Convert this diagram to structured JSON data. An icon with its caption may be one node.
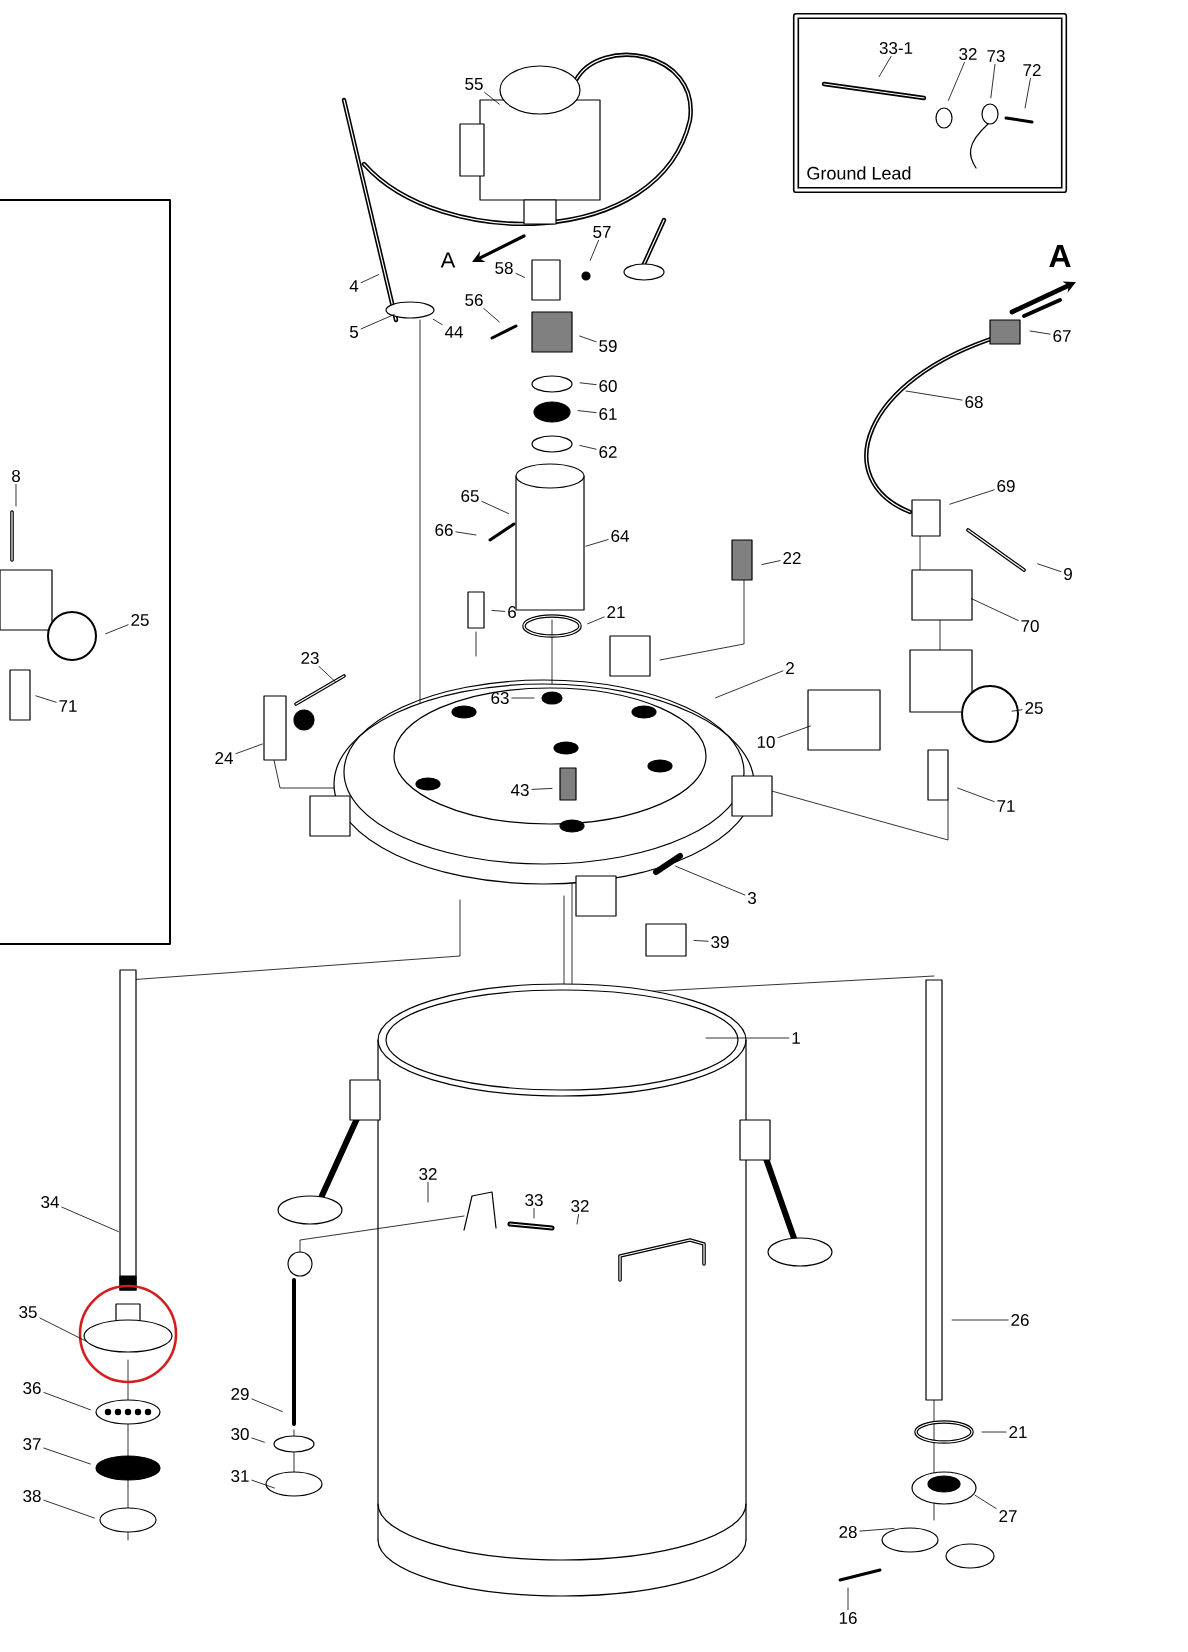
{
  "diagram": {
    "nodes": [
      {
        "text": [],
        "shape": "box"
      },
      {
        "text": [
          "8"
        ],
        "in": 0
      },
      {
        "text": [
          "25"
        ],
        "in": 0
      },
      {
        "text": [
          "71"
        ],
        "in": 0
      },
      {
        "text": [
          "Ground Lead"
        ]
      },
      {
        "text": [
          "33-1"
        ],
        "in": 4
      },
      {
        "text": [
          "32"
        ],
        "in": 4
      },
      {
        "text": [
          "73"
        ],
        "in": 4
      },
      {
        "text": [
          "72"
        ],
        "in": 4
      },
      {
        "text": [
          "55"
        ]
      },
      {
        "text": [
          "4"
        ]
      },
      {
        "text": [
          "5"
        ]
      },
      {
        "text": [
          "44"
        ]
      },
      {
        "text": [
          "58"
        ]
      },
      {
        "text": [
          "57"
        ]
      },
      {
        "text": [
          "56"
        ]
      },
      {
        "text": [
          "59"
        ]
      },
      {
        "text": [
          "60"
        ]
      },
      {
        "text": [
          "61"
        ]
      },
      {
        "text": [
          "62"
        ]
      },
      {
        "text": [
          "65"
        ]
      },
      {
        "text": [
          "66"
        ]
      },
      {
        "text": [
          "64"
        ]
      },
      {
        "text": [
          "6"
        ]
      },
      {
        "text": [
          "21"
        ]
      },
      {
        "text": [
          "22"
        ]
      },
      {
        "text": [
          "2"
        ]
      },
      {
        "text": [
          "63"
        ]
      },
      {
        "text": [
          "23"
        ]
      },
      {
        "text": [
          "24"
        ]
      },
      {
        "text": [
          "43"
        ]
      },
      {
        "text": [
          "3"
        ]
      },
      {
        "text": [
          "39"
        ]
      },
      {
        "text": [
          "67"
        ]
      },
      {
        "text": [
          "68"
        ]
      },
      {
        "text": [
          "69"
        ]
      },
      {
        "text": [
          "9"
        ]
      },
      {
        "text": [
          "70"
        ]
      },
      {
        "text": [
          "10"
        ]
      },
      {
        "text": [
          "25"
        ]
      },
      {
        "text": [
          "71"
        ]
      },
      {
        "text": [
          "1"
        ]
      },
      {
        "text": [
          "34"
        ]
      },
      {
        "text": [
          "35"
        ]
      },
      {
        "text": [
          "36"
        ]
      },
      {
        "text": [
          "37"
        ]
      },
      {
        "text": [
          "38"
        ]
      },
      {
        "text": [
          "32"
        ]
      },
      {
        "text": [
          "33"
        ]
      },
      {
        "text": [
          "32"
        ]
      },
      {
        "text": [
          "29"
        ]
      },
      {
        "text": [
          "30"
        ]
      },
      {
        "text": [
          "31"
        ]
      },
      {
        "text": [
          "26"
        ]
      },
      {
        "text": [
          "21"
        ]
      },
      {
        "text": [
          "27"
        ]
      },
      {
        "text": [
          "28"
        ]
      },
      {
        "text": [
          "16"
        ]
      }
    ],
    "edges": [
      {
        "from": 1,
        "to": null,
        "arrow": "none"
      },
      {
        "from": 2,
        "to": null,
        "arrow": "none"
      },
      {
        "from": 3,
        "to": null,
        "arrow": "none"
      },
      {
        "from": 5,
        "to": null,
        "arrow": "none"
      },
      {
        "from": 6,
        "to": null,
        "arrow": "none"
      },
      {
        "from": 7,
        "to": null,
        "arrow": "none"
      },
      {
        "from": 8,
        "to": null,
        "arrow": "none"
      },
      {
        "from": 9,
        "to": null,
        "arrow": "none"
      },
      {
        "from": 10,
        "to": null,
        "arrow": "none"
      },
      {
        "from": 11,
        "to": null,
        "arrow": "none"
      },
      {
        "from": 12,
        "to": null,
        "arrow": "none"
      },
      {
        "from": 13,
        "to": null,
        "arrow": "none"
      },
      {
        "from": 14,
        "to": null,
        "arrow": "none"
      },
      {
        "from": 15,
        "to": null,
        "arrow": "none"
      },
      {
        "from": 16,
        "to": null,
        "arrow": "none"
      },
      {
        "from": 17,
        "to": null,
        "arrow": "none"
      },
      {
        "from": 18,
        "to": null,
        "arrow": "none"
      },
      {
        "from": 19,
        "to": null,
        "arrow": "none"
      },
      {
        "from": 20,
        "to": null,
        "arrow": "none"
      },
      {
        "from": 21,
        "to": null,
        "arrow": "none"
      },
      {
        "from": 22,
        "to": null,
        "arrow": "none"
      },
      {
        "from": 23,
        "to": null,
        "arrow": "none"
      },
      {
        "from": 24,
        "to": null,
        "arrow": "none"
      },
      {
        "from": 25,
        "to": null,
        "arrow": "none"
      },
      {
        "from": 26,
        "to": null,
        "arrow": "none"
      },
      {
        "from": 27,
        "to": null,
        "arrow": "none"
      },
      {
        "from": 28,
        "to": null,
        "arrow": "none"
      },
      {
        "from": 29,
        "to": null,
        "arrow": "none"
      },
      {
        "from": 30,
        "to": null,
        "arrow": "none"
      },
      {
        "from": 31,
        "to": null,
        "arrow": "none"
      },
      {
        "from": 32,
        "to": null,
        "arrow": "none"
      },
      {
        "from": 33,
        "to": null,
        "arrow": "none"
      },
      {
        "from": 34,
        "to": null,
        "arrow": "none"
      },
      {
        "from": 35,
        "to": null,
        "arrow": "none"
      },
      {
        "from": 36,
        "to": null,
        "arrow": "none"
      },
      {
        "from": 37,
        "to": null,
        "arrow": "none"
      },
      {
        "from": 38,
        "to": null,
        "arrow": "none"
      },
      {
        "from": 39,
        "to": null,
        "arrow": "none"
      },
      {
        "from": 40,
        "to": null,
        "arrow": "none"
      },
      {
        "from": 41,
        "to": null,
        "arrow": "none"
      },
      {
        "from": 42,
        "to": null,
        "arrow": "none"
      },
      {
        "from": 43,
        "to": null,
        "arrow": "none"
      },
      {
        "from": 44,
        "to": null,
        "arrow": "none"
      },
      {
        "from": 45,
        "to": null,
        "arrow": "none"
      },
      {
        "from": 46,
        "to": null,
        "arrow": "none"
      },
      {
        "from": 47,
        "to": null,
        "arrow": "none"
      },
      {
        "from": 48,
        "to": null,
        "arrow": "none"
      },
      {
        "from": 49,
        "to": null,
        "arrow": "none"
      },
      {
        "from": 50,
        "to": null,
        "arrow": "none"
      },
      {
        "from": 51,
        "to": null,
        "arrow": "none"
      },
      {
        "from": 52,
        "to": null,
        "arrow": "none"
      },
      {
        "from": 53,
        "to": null,
        "arrow": "none"
      },
      {
        "from": 54,
        "to": null,
        "arrow": "none"
      },
      {
        "from": 55,
        "to": null,
        "arrow": "none"
      },
      {
        "from": 56,
        "to": null,
        "arrow": "none"
      },
      {
        "from": 57,
        "to": null,
        "arrow": "none"
      }
    ],
    "labels": [
      "A",
      "A"
    ]
  }
}
